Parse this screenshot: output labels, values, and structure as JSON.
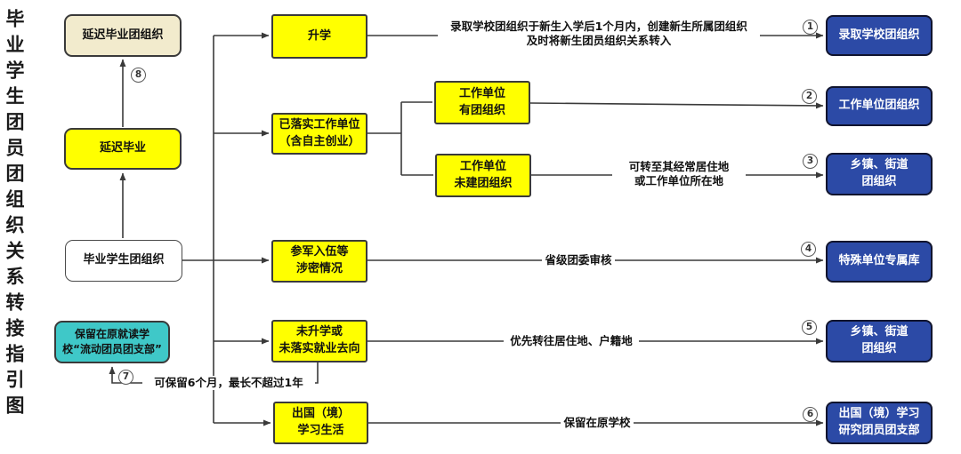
{
  "title": "毕业学生团员团组织关系转接指引图",
  "colors": {
    "yellow": "#FFFF00",
    "beige": "#F2EBCD",
    "teal": "#3FC8C8",
    "blue": "#2C4AA6",
    "line": "#3a3a3a"
  },
  "left": {
    "delayed_grad_org": "延迟毕业团组织",
    "delayed_grad": "延迟毕业",
    "grad_student_org": "毕业学生团组织",
    "mobile_member_branch": "保留在原就读学\n校“流动团员团支部”"
  },
  "middle": {
    "further_study": "升学",
    "employed": "已落实工作单位\n（含自主创业）",
    "work_has_org": "工作单位\n有团组织",
    "work_no_org": "工作单位\n未建团组织",
    "military": "参军入伍等\n涉密情况",
    "no_study_no_job": "未升学或\n未落实就业去向",
    "abroad": "出国（境）\n学习生活"
  },
  "right": {
    "admitted_school_org": "录取学校团组织",
    "work_unit_org": "工作单位团组织",
    "township_street_org_3": "乡镇、街道\n团组织",
    "special_unit_db": "特殊单位专属库",
    "township_street_org_5": "乡镇、街道\n团组织",
    "abroad_study_branch": "出国（境）学习\n研究团员团支部"
  },
  "annotations": {
    "admission_note": "录取学校团组织于新生入学后1个月内，创建新生所属团组织\n及时将新生团员组织关系转入",
    "residence_note": "可转至其经常居住地\n或工作单位所在地",
    "provincial_review": "省级团委审核",
    "priority_transfer": "优先转往居住地、户籍地",
    "retain_school": "保留在原学校",
    "retain_6_months": "可保留6个月，最长不超过1年"
  },
  "marks": {
    "m1": "1",
    "m2": "2",
    "m3": "3",
    "m4": "4",
    "m5": "5",
    "m6": "6",
    "m7": "7",
    "m8": "8"
  }
}
